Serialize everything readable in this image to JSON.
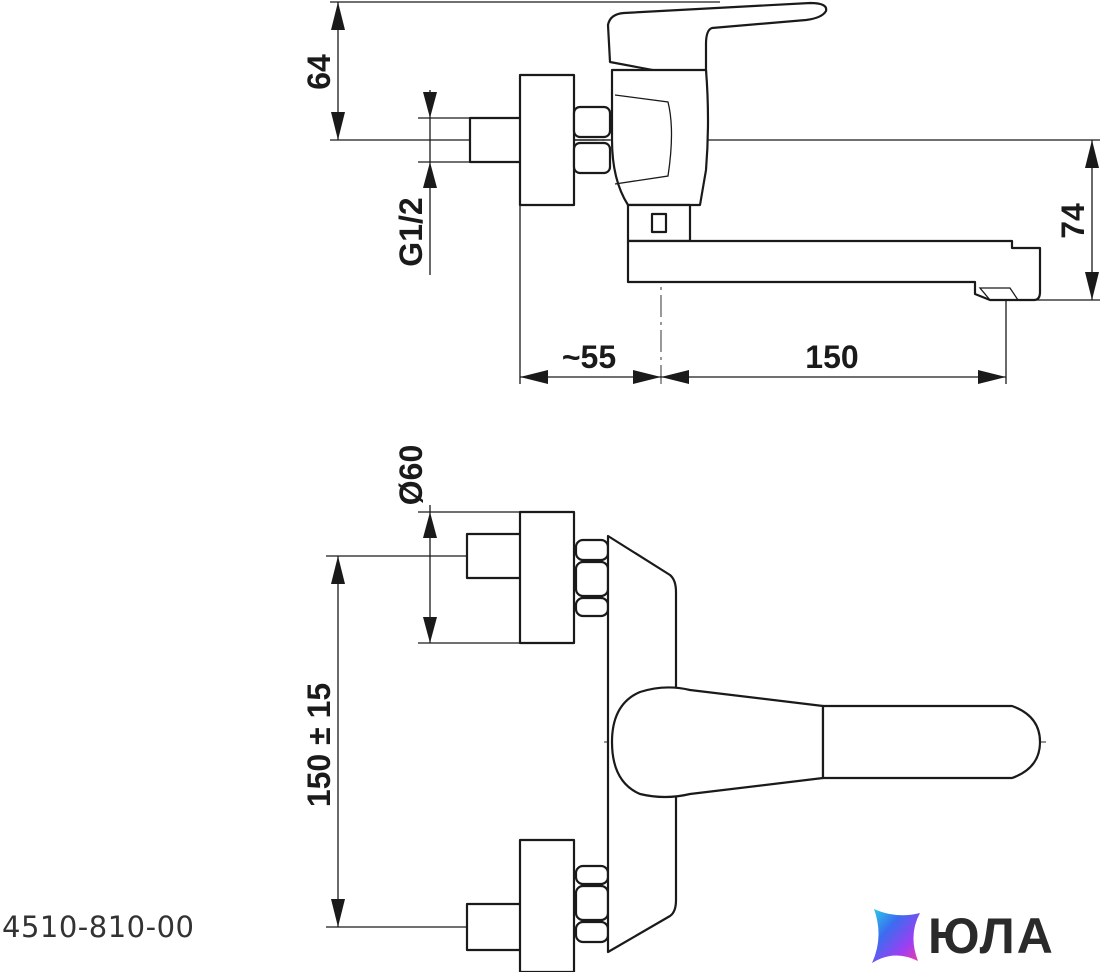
{
  "drawing": {
    "side_view": {
      "dim_height_top": "64",
      "dim_thread": "G1/2",
      "dim_height_right": "74",
      "dim_depth": "~55",
      "dim_reach": "150"
    },
    "front_view": {
      "dim_diameter": "Ø60",
      "dim_spacing": "150 ± 15"
    }
  },
  "footer": {
    "article_code": "4510-810-00",
    "brand_name": "ЮЛА",
    "brand_colors": [
      "#2ad0e8",
      "#3b6cf0",
      "#9b3ff2",
      "#f23ca6"
    ]
  }
}
